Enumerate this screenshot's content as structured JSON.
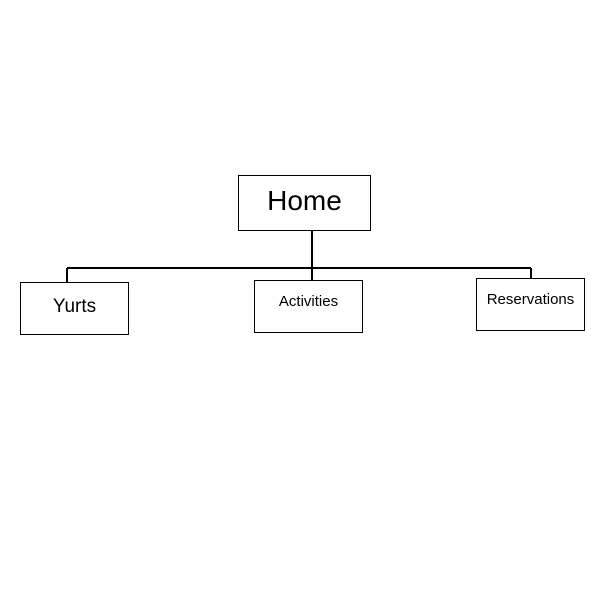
{
  "diagram": {
    "root": {
      "label": "Home"
    },
    "children": [
      {
        "label": "Yurts"
      },
      {
        "label": "Activities"
      },
      {
        "label": "Reservations"
      }
    ]
  },
  "colors": {
    "background": "#ffffff",
    "stroke": "#000000",
    "text": "#000000"
  }
}
